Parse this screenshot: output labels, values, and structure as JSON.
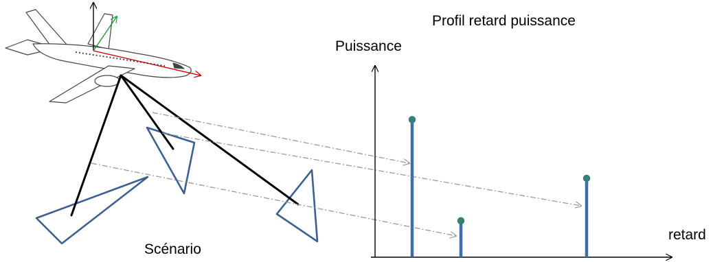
{
  "labels": {
    "title": "Profil retard puissance",
    "y_axis": "Puissance",
    "x_axis": "retard",
    "scenario": "Scénario"
  },
  "colors": {
    "triangle": "#3d5f8f",
    "stem": "#3d6ea8",
    "dot": "#2e8b57",
    "ray": "#000000",
    "dashed": "#999999",
    "axis_red": "#c00000",
    "axis_green": "#1a9a3a"
  },
  "chart_data": {
    "type": "stem",
    "title": "Profil retard puissance",
    "xlabel": "retard",
    "ylabel": "Puissance",
    "series": [
      {
        "values": [
          0.68,
          0.18,
          0.39
        ]
      }
    ]
  },
  "icons": [
    "airplane-icon"
  ]
}
